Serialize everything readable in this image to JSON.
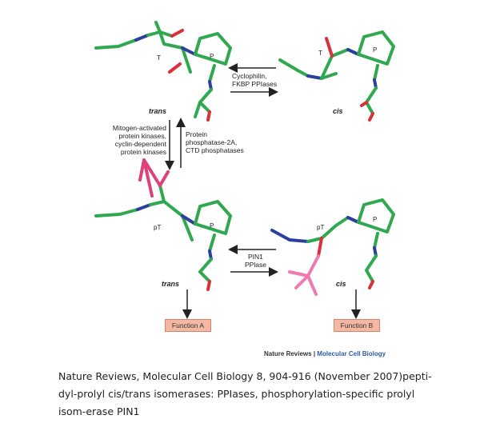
{
  "labels": {
    "t1": "T",
    "p1": "P",
    "t2": "T",
    "p2": "P",
    "pt1": "pT",
    "p3": "P",
    "pt2": "pT",
    "p4": "P"
  },
  "conformations": {
    "trans_top": "trans",
    "cis_top": "cis",
    "trans_bottom": "trans",
    "cis_bottom": "cis"
  },
  "enzymes": {
    "top_horizontal": [
      "Cyclophilin,",
      "FKBP PPIases"
    ],
    "down_kinases": [
      "Mitogen-activated",
      "protein kinases,",
      "cyclin-dependent",
      "protein kinases"
    ],
    "up_phosphatases": [
      "Protein",
      "phosphatase-2A,",
      "CTD phosphatases"
    ],
    "bottom_horizontal": [
      "PIN1",
      "PPlase"
    ]
  },
  "functions": {
    "a": "Function A",
    "b": "Function B"
  },
  "credit": {
    "publisher": "Nature Reviews",
    "separator": " | ",
    "journal": "Molecular Cell Biology"
  },
  "caption": "Nature Reviews, Molecular Cell Biology 8, 904-916 (November 2007)pepti-dyl-prolyl cis/trans isomerases: PPIases, phosphorylation-specific prolyl isom-erase PIN1",
  "colors": {
    "carbon": "#2fa84f",
    "nitrogen": "#2b3fa0",
    "oxygen": "#d9303a",
    "phosphate": "#e0407a",
    "box": "#f4b8a2"
  }
}
